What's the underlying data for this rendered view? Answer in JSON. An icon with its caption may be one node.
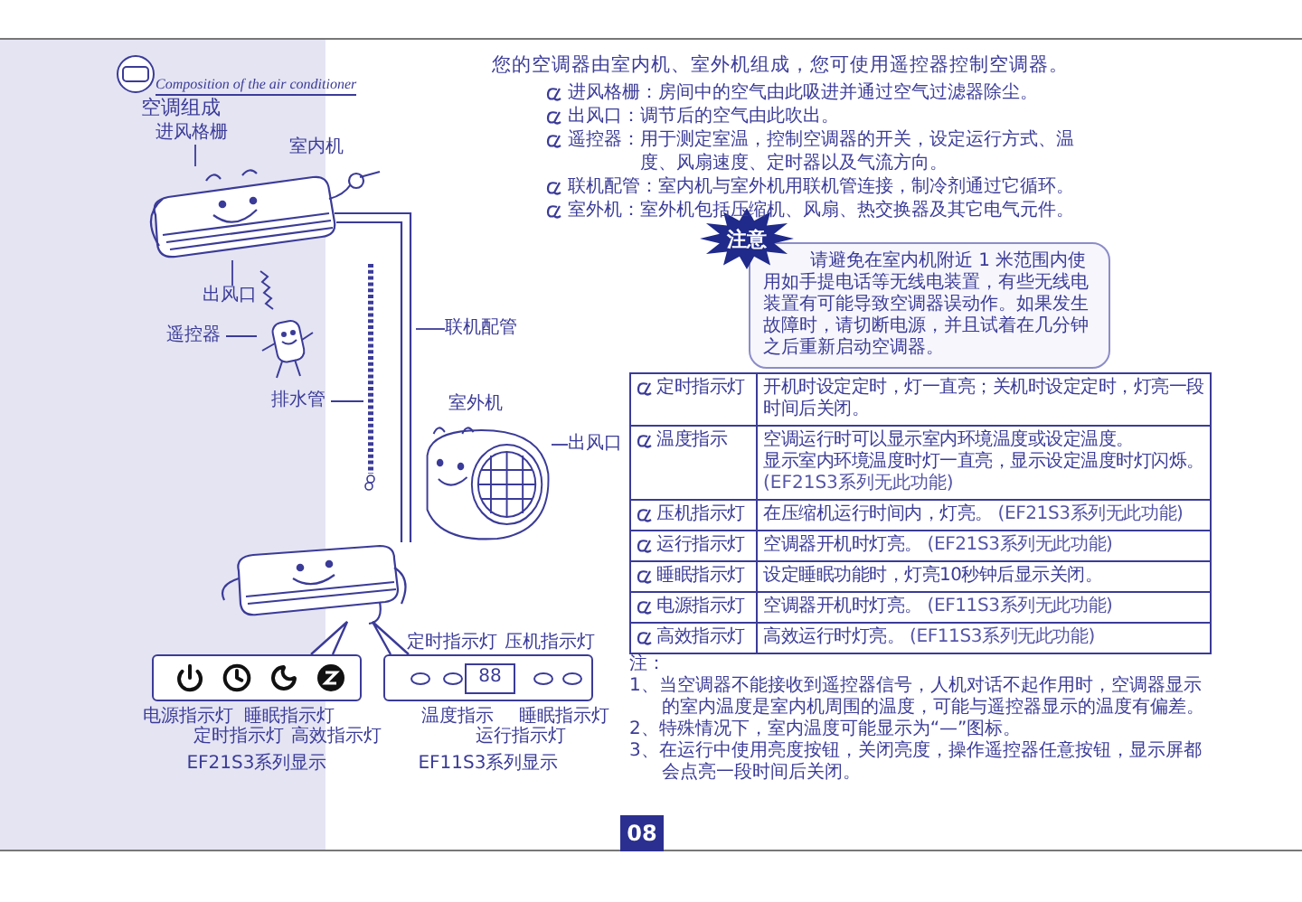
{
  "diagram": {
    "title": "空调组成",
    "nodes": [
      {
        "text": [
          "进风格栅"
        ]
      },
      {
        "text": [],
        "shape": "picture"
      },
      {
        "text": [
          "出风口"
        ]
      },
      {
        "text": [
          "遥控器"
        ]
      },
      {
        "text": [],
        "shape": "picture"
      },
      {
        "text": [
          "排水管"
        ]
      },
      {
        "text": [],
        "shape": "picture"
      },
      {
        "text": [
          "联机配管"
        ]
      },
      {
        "text": [],
        "shape": "picture"
      },
      {
        "text": [
          "出风口"
        ]
      },
      {
        "text": [],
        "shape": "picture"
      },
      {
        "text": [
          "注意",
          "请避免在室内机附近 1 米范围内使用如手提电话等无线电装置，有些无线电装置有可能导致空调器误动作。如果发生故障时，请切断电源，并且试着在几分钟之后重新启动空调器。"
        ]
      },
      {
        "text": [
          "电源指示灯",
          "睡眠指示灯",
          "定时指示灯",
          "高效指示灯"
        ],
        "beside": [
          "EF21S3系列显示"
        ]
      },
      {
        "text": [
          "定时指示灯",
          "压机指示灯",
          "88",
          "温度指示",
          "睡眠指示灯",
          "运行指示灯"
        ],
        "beside": [
          "EF11S3系列显示"
        ]
      }
    ],
    "edges": [
      {
        "from": 0,
        "to": 1,
        "arrow": "none"
      },
      {
        "from": 2,
        "to": 1,
        "arrow": "none"
      },
      {
        "from": 3,
        "to": 4,
        "arrow": "none"
      },
      {
        "from": 5,
        "to": 6,
        "arrow": "none"
      },
      {
        "from": 7,
        "to": 8,
        "arrow": "none"
      },
      {
        "from": 9,
        "to": 10,
        "arrow": "none"
      }
    ],
    "labels": [
      "Composition of the air conditioner",
      "您的空调器由室内机、室外机组成，您可使用遥控器控制空调器。",
      "进风格栅：房间中的空气由此吸进并通过空气过滤器除尘。",
      "出风口：调节后的空气由此吹出。",
      "遥控器：用于测定室温，控制空调器的开关，设定运行方式、温度、风扇速度、定时器以及气流方向。",
      "联机配管：室内机与室外机用联机管连接，制冷剂通过它循环。",
      "室外机：室外机包括压缩机、风扇、热交换器及其它电气元件。",
      "室内机",
      "室外机",
      "定时指示灯",
      "开机时设定定时，灯一直亮；关机时设定定时，灯亮一段时间后关闭。",
      "温度指示",
      "空调运行时可以显示室内环境温度或设定温度。",
      "显示室内环境温度时灯一直亮，显示设定温度时灯闪烁。",
      "(EF21S3系列无此功能)",
      "压机指示灯",
      "在压缩机运行时间内，灯亮。",
      "(EF21S3系列无此功能)",
      "运行指示灯",
      "空调器开机时灯亮。",
      "(EF21S3系列无此功能)",
      "睡眠指示灯",
      "设定睡眠功能时，灯亮10秒钟后显示关闭。",
      "电源指示灯",
      "空调器开机时灯亮。",
      "(EF11S3系列无此功能)",
      "高效指示灯",
      "高效运行时灯亮。",
      "(EF11S3系列无此功能)",
      "注：",
      "1、当空调器不能接收到遥控器信号，人机对话不起作用时，空调器显示的室内温度是室内机周围的温度，可能与遥控器显示的温度有偏差。",
      "2、特殊情况下，室内温度可能显示为“—”图标。",
      "3、在运行中使用亮度按钮，关闭亮度，操作遥控器任意按钮，显示屏都会点亮一段时间后关闭。",
      "08"
    ]
  }
}
